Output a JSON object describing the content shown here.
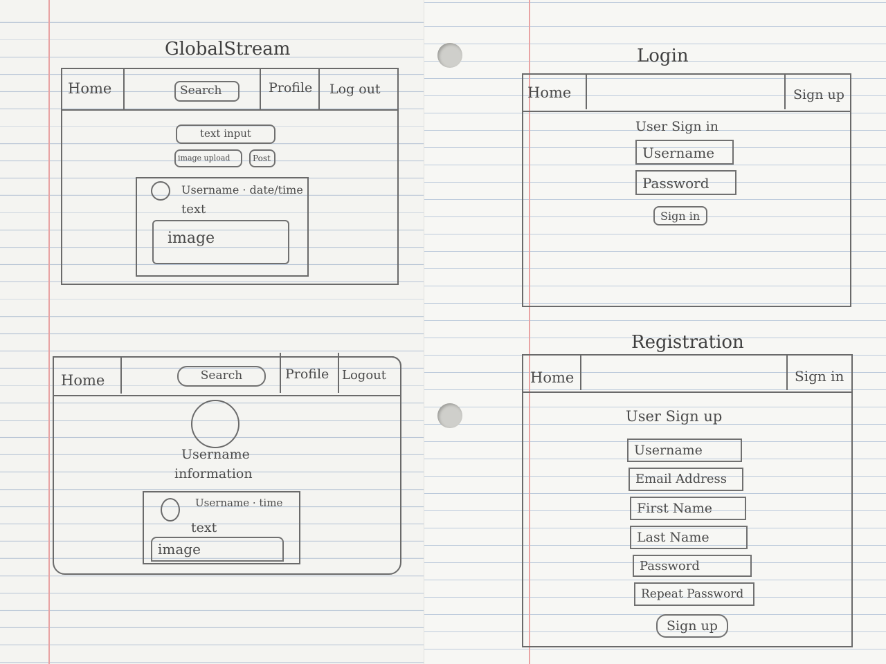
{
  "global_stream": {
    "title": "GlobalStream",
    "nav": {
      "home": "Home",
      "search": "Search",
      "profile": "Profile",
      "logout": "Log out"
    },
    "text_input": "text input",
    "image_upload": "image upload",
    "post": "Post",
    "post_card": {
      "meta": "Username · date/time",
      "text": "text",
      "image": "image"
    }
  },
  "profile": {
    "nav": {
      "home": "Home",
      "search": "Search",
      "profile": "Profile",
      "logout": "Logout"
    },
    "username": "Username",
    "information": "information",
    "post_card": {
      "meta": "Username · time",
      "text": "text",
      "image": "image"
    }
  },
  "login": {
    "title": "Login",
    "nav": {
      "home": "Home",
      "signup": "Sign up"
    },
    "heading": "User Sign in",
    "username": "Username",
    "password": "Password",
    "signin_button": "Sign in"
  },
  "registration": {
    "title": "Registration",
    "nav": {
      "home": "Home",
      "signin": "Sign in"
    },
    "heading": "User Sign up",
    "fields": [
      "Username",
      "Email Address",
      "First Name",
      "Last Name",
      "Password",
      "Repeat Password"
    ],
    "signup_button": "Sign up"
  },
  "colors": {
    "pencil": "#6a6a6a",
    "ruled_line": "#b9c6d6",
    "margin_line": "#e8a3a3"
  }
}
